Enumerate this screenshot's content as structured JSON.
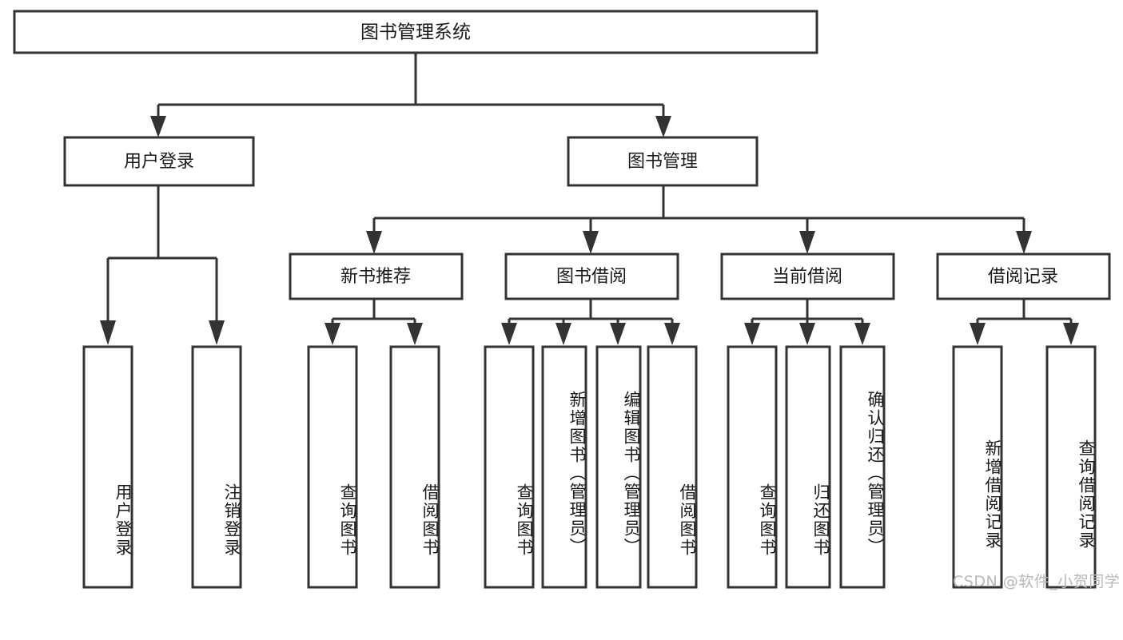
{
  "diagram": {
    "type": "tree",
    "title": "图书管理系统",
    "root": {
      "id": "root",
      "label": "图书管理系统",
      "orientation": "horizontal"
    },
    "level2": [
      {
        "id": "user-login",
        "label": "用户登录",
        "orientation": "horizontal"
      },
      {
        "id": "book-manage",
        "label": "图书管理",
        "orientation": "horizontal"
      }
    ],
    "level3": [
      {
        "id": "new-book-rec",
        "label": "新书推荐",
        "orientation": "horizontal",
        "parent": "book-manage"
      },
      {
        "id": "book-borrow",
        "label": "图书借阅",
        "orientation": "horizontal",
        "parent": "book-manage"
      },
      {
        "id": "current-borrow",
        "label": "当前借阅",
        "orientation": "horizontal",
        "parent": "book-manage"
      },
      {
        "id": "borrow-record",
        "label": "借阅记录",
        "orientation": "horizontal",
        "parent": "book-manage"
      }
    ],
    "leaves": [
      {
        "id": "leaf-user-login",
        "label": "用户登录",
        "parent": "user-login",
        "orientation": "vertical"
      },
      {
        "id": "leaf-logout",
        "label": "注销登录",
        "parent": "user-login",
        "orientation": "vertical"
      },
      {
        "id": "leaf-query-book-1",
        "label": "查询图书",
        "parent": "new-book-rec",
        "orientation": "vertical"
      },
      {
        "id": "leaf-borrow-book-1",
        "label": "借阅图书",
        "parent": "new-book-rec",
        "orientation": "vertical"
      },
      {
        "id": "leaf-query-book-2",
        "label": "查询图书",
        "parent": "book-borrow",
        "orientation": "vertical"
      },
      {
        "id": "leaf-add-book",
        "label": "新增图书（管理员）",
        "parent": "book-borrow",
        "orientation": "vertical"
      },
      {
        "id": "leaf-edit-book",
        "label": "编辑图书（管理员）",
        "parent": "book-borrow",
        "orientation": "vertical"
      },
      {
        "id": "leaf-borrow-book-2",
        "label": "借阅图书",
        "parent": "book-borrow",
        "orientation": "vertical"
      },
      {
        "id": "leaf-query-book-3",
        "label": "查询图书",
        "parent": "current-borrow",
        "orientation": "vertical"
      },
      {
        "id": "leaf-return-book",
        "label": "归还图书",
        "parent": "current-borrow",
        "orientation": "vertical"
      },
      {
        "id": "leaf-confirm-return",
        "label": "确认归还（管理员）",
        "parent": "current-borrow",
        "orientation": "vertical"
      },
      {
        "id": "leaf-add-record",
        "label": "新增借阅记录",
        "parent": "borrow-record",
        "orientation": "vertical"
      },
      {
        "id": "leaf-query-record",
        "label": "查询借阅记录",
        "parent": "borrow-record",
        "orientation": "vertical"
      }
    ],
    "colors": {
      "stroke": "#333333",
      "fill": "#ffffff",
      "text": "#1a1a1a",
      "watermark": "#b8b8b8",
      "background": "#ffffff"
    }
  },
  "watermark": {
    "text": "CSDN @软件_小贺同学"
  }
}
